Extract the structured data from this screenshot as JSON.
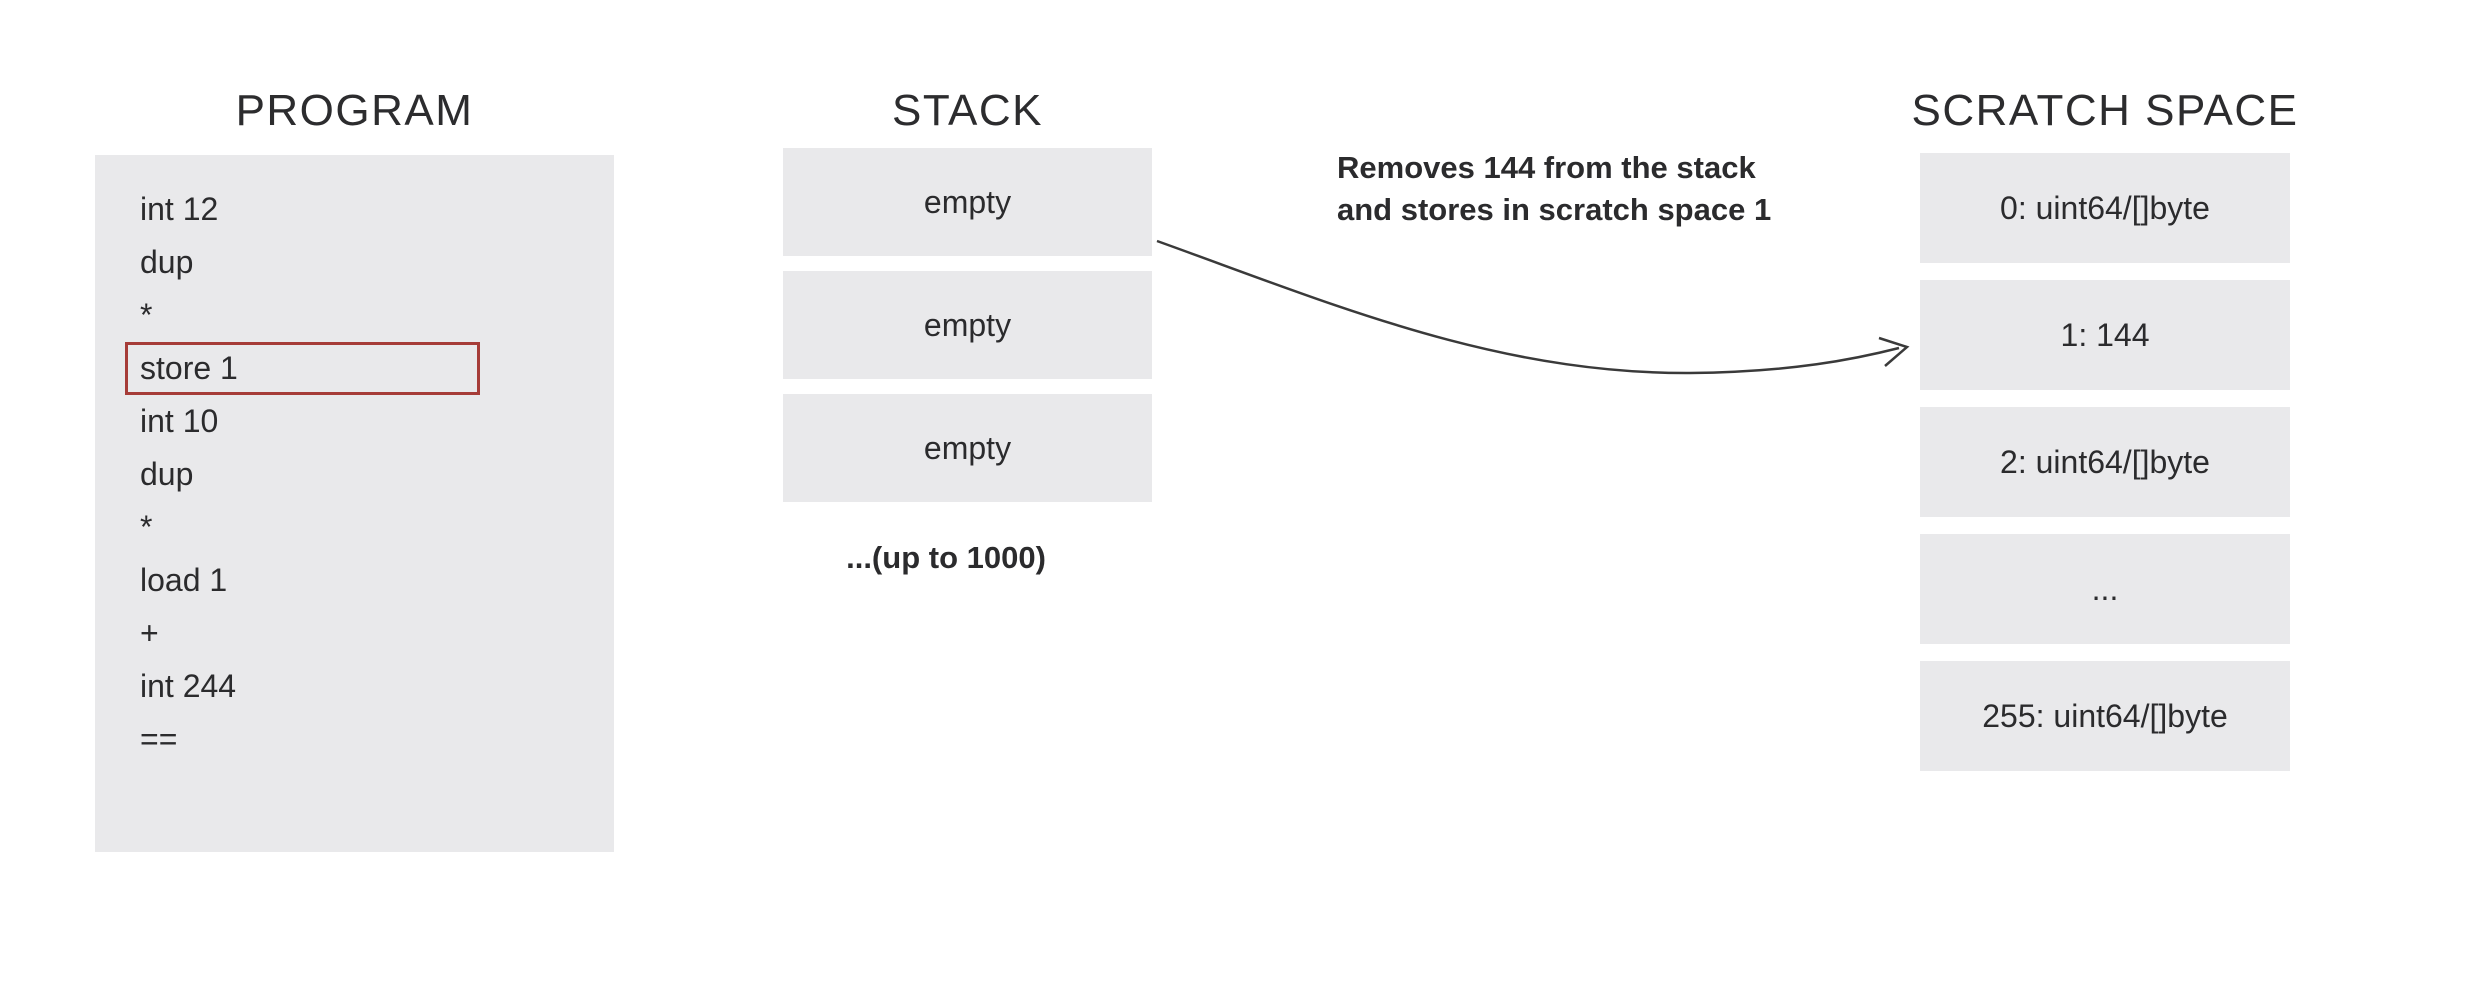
{
  "program": {
    "title": "PROGRAM",
    "lines": [
      "int 12",
      "dup",
      "*",
      "store 1",
      "int 10",
      "dup",
      "*",
      "load 1",
      "+",
      "int 244",
      "=="
    ],
    "highlighted_line": "store 1"
  },
  "stack": {
    "title": "STACK",
    "slots": [
      "empty",
      "empty",
      "empty"
    ],
    "caption": "...(up to 1000)"
  },
  "annotation": {
    "line1": "Removes 144 from the stack",
    "line2": "and stores in scratch space 1"
  },
  "scratch": {
    "title": "SCRATCH SPACE",
    "slots": [
      "0: uint64/[]byte",
      "1: 144",
      "2: uint64/[]byte",
      "...",
      "255: uint64/[]byte"
    ]
  },
  "colors": {
    "box_fill": "#e9e9eb",
    "highlight_border": "#a63c38",
    "text": "#2b2b2d",
    "arrow": "#3a3a3a",
    "background": "#ffffff"
  }
}
